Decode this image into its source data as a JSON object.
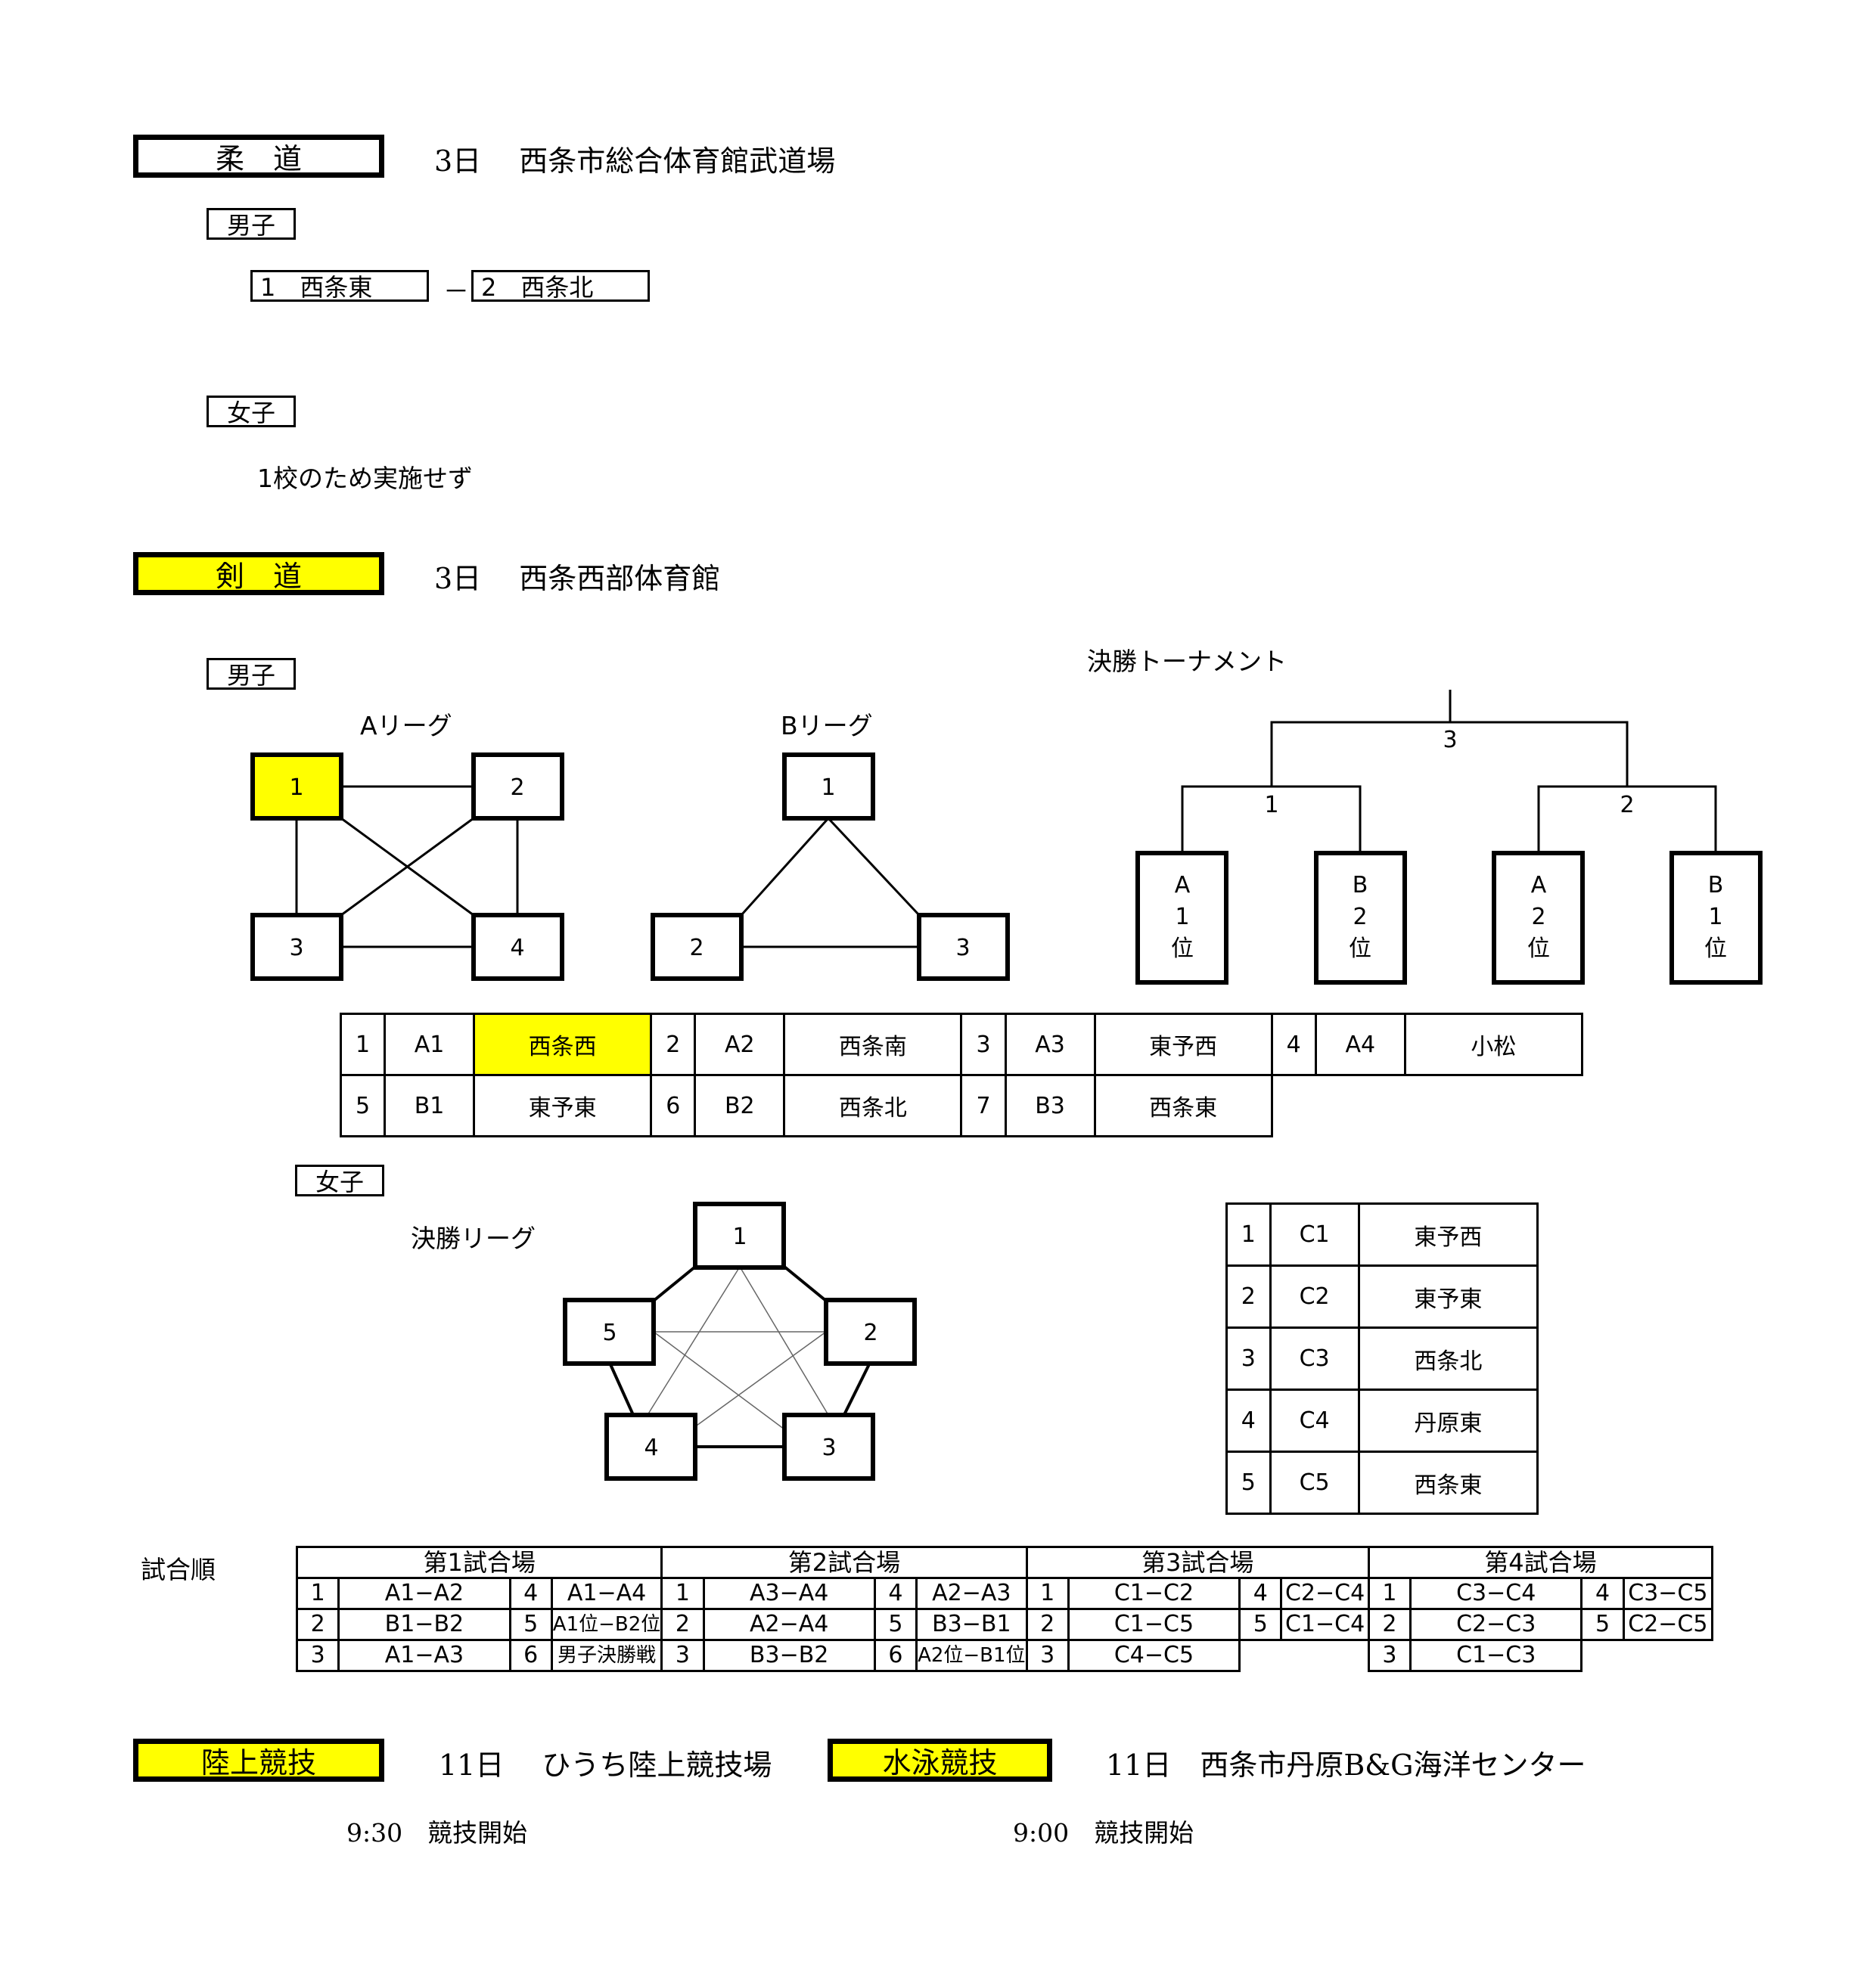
{
  "judo": {
    "title": "柔　道",
    "info": "3日　 西条市総合体育館武道場",
    "boys_label": "男子",
    "match_left": "1　西条東",
    "match_sep": "－",
    "match_right": "2　西条北",
    "girls_label": "女子",
    "girls_note": "1校のため実施せず"
  },
  "kendo": {
    "title": "剣　道",
    "info": "3日　 西条西部体育館",
    "boys_label": "男子",
    "a_league_title": "Aリーグ",
    "b_league_title": "Bリーグ",
    "a_nodes": [
      "1",
      "2",
      "3",
      "4"
    ],
    "b_nodes": [
      "1",
      "2",
      "3"
    ],
    "tournament": {
      "title": "決勝トーナメント",
      "final_number": "3",
      "semi_left_number": "1",
      "semi_right_number": "2",
      "entries": [
        [
          "A",
          "1",
          "位"
        ],
        [
          "B",
          "2",
          "位"
        ],
        [
          "A",
          "2",
          "位"
        ],
        [
          "B",
          "1",
          "位"
        ]
      ]
    },
    "boys_teams": [
      [
        {
          "no": "1",
          "code": "A1",
          "team": "西条西",
          "highlight": true
        },
        {
          "no": "2",
          "code": "A2",
          "team": "西条南"
        },
        {
          "no": "3",
          "code": "A3",
          "team": "東予西"
        },
        {
          "no": "4",
          "code": "A4",
          "team": "小松"
        }
      ],
      [
        {
          "no": "5",
          "code": "B1",
          "team": "東予東"
        },
        {
          "no": "6",
          "code": "B2",
          "team": "西条北"
        },
        {
          "no": "7",
          "code": "B3",
          "team": "西条東"
        }
      ]
    ],
    "girls_label": "女子",
    "girls_league_title": "決勝リーグ",
    "girls_nodes": [
      "1",
      "2",
      "3",
      "4",
      "5"
    ],
    "girls_teams": [
      {
        "no": "1",
        "code": "C1",
        "team": "東予西"
      },
      {
        "no": "2",
        "code": "C2",
        "team": "東予東"
      },
      {
        "no": "3",
        "code": "C3",
        "team": "西条北"
      },
      {
        "no": "4",
        "code": "C4",
        "team": "丹原東"
      },
      {
        "no": "5",
        "code": "C5",
        "team": "西条東"
      }
    ],
    "order_label": "試合順",
    "venues": [
      {
        "name": "第1試合場",
        "rows": [
          [
            "1",
            "A1−A2",
            "4",
            "A1−A4"
          ],
          [
            "2",
            "B1−B2",
            "5",
            "A1位−B2位"
          ],
          [
            "3",
            "A1−A3",
            "6",
            "男子決勝戦"
          ]
        ]
      },
      {
        "name": "第2試合場",
        "rows": [
          [
            "1",
            "A3−A4",
            "4",
            "A2−A3"
          ],
          [
            "2",
            "A2−A4",
            "5",
            "B3−B1"
          ],
          [
            "3",
            "B3−B2",
            "6",
            "A2位−B1位"
          ]
        ]
      },
      {
        "name": "第3試合場",
        "rows": [
          [
            "1",
            "C1−C2",
            "4",
            "C2−C4"
          ],
          [
            "2",
            "C1−C5",
            "5",
            "C1−C4"
          ],
          [
            "3",
            "C4−C5",
            "",
            ""
          ]
        ]
      },
      {
        "name": "第4試合場",
        "rows": [
          [
            "1",
            "C3−C4",
            "4",
            "C3−C5"
          ],
          [
            "2",
            "C2−C3",
            "5",
            "C2−C5"
          ],
          [
            "3",
            "C1−C3",
            "",
            ""
          ]
        ]
      }
    ]
  },
  "athletics": {
    "title": "陸上競技",
    "info": "11日　 ひうち陸上競技場",
    "start": "9:30　競技開始"
  },
  "swimming": {
    "title": "水泳競技",
    "info": "11日　西条市丹原B&G海洋センター",
    "start": "9:00　競技開始"
  },
  "colors": {
    "highlight": "#ffff00",
    "line": "#000000"
  }
}
